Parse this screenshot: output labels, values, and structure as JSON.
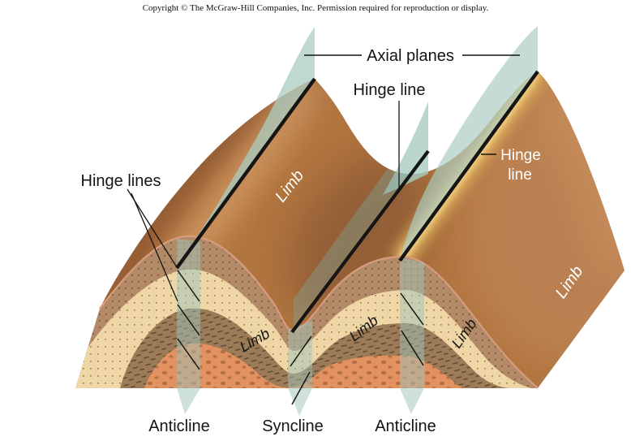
{
  "copyright": "Copyright © The McGraw-Hill Companies, Inc. Permission required for reproduction or display.",
  "labels": {
    "axial_planes": "Axial planes",
    "hinge_line_top": "Hinge line",
    "hinge_lines": "Hinge lines",
    "hinge_right_line1": "Hinge",
    "hinge_right_line2": "line",
    "limb": "Limb",
    "anticline_left": "Anticline",
    "syncline": "Syncline",
    "anticline_right": "Anticline"
  },
  "colors": {
    "axial_plane_teal": "#a9ccc2",
    "surface_brown": "#b1753f",
    "crest_highlight_gold": "#ffe49a",
    "dotted_band": "#b38a67",
    "cream_band": "#eed6a7",
    "dashed_band": "#9c7b58",
    "orange_core": "#e2915f",
    "boundary_pink": "#d89b7d",
    "line_black": "#141414",
    "label_white": "#ffffff"
  }
}
